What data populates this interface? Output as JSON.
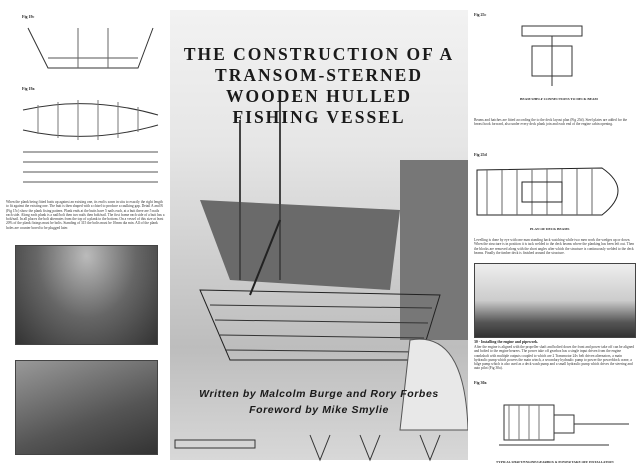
{
  "cover": {
    "title_lines": [
      "THE CONSTRUCTION OF A",
      "TRANSOM-STERNED",
      "WOODEN HULLED",
      "FISHING VESSEL"
    ],
    "authors": "Written by Malcolm Burge and Rory Forbes",
    "foreword": "Foreword by Mike Smylie"
  },
  "left": {
    "fig1": "Fig 19c",
    "fig2": "Fig 19a",
    "paragraph": "When the plank being fitted butts up against an existing one, its end is sawn in situ to exactly the right length to fit against the existing one. The butt is then shaped with a chisel to produce a caulking gap. Detail A and B (Fig 15c) show the plank fixing pattern. Plank ends at the butts have 5 nails each, at a butt there are 5 nails each side. Along each plank is a nail/bolt then two nails then bolt/nail. The first frame each side of a butt has a bolt/nail. In all places the bolt alternates from the top of a plank to the bottom. On a vessel of this size at least 20% of the plank fixings must be bolts. Standing of 315 the bolts must be 10mm dia min. All of the plank holes are counter bored to be plugged later."
  },
  "right": {
    "fig1": "Fig 25c",
    "fig1_caption": "BEAM SHELF CONNECTIONS TO DECK BEAM",
    "paragraph1": "Beams and hatches are fitted according the to the deck layout plan (Fig 25d). Steel plates are added for the breast hook forward, also under every deck plank join and each end of the engine cabin opening.",
    "fig2": "Fig 25d",
    "fig2_caption": "PLAN OF DECK BEAMS",
    "paragraph2": "Levelling is done by eye with one man standing back watching while two men work the wedges up or down. When the structure is in position it is tack welded to the deck beams where the planking has been left out. Then the blocks are removed along with the short angles after which the structure is continuously welded to the deck beams. Finally the timber deck is finished around the structure.",
    "section_heading": "30 - Installing the engine and pipework.",
    "paragraph3": "After the engine is aligned with the propeller shaft and bolted down the front and power take off can be aligned and bolted to the engine bearers. The power take off gearbox has a single input driven from the engine crankshaft with multiple outputs coupled to which are 2 Transmotor 24v belt driven alternators, a main hydraulic pump which powers the main winch, a secondary hydraulic pump to power the powerblock crane, a bilge pump which is also used as a deck wash pump and a small hydraulic pump which drives the steering and auto pilot (Fig 30a).",
    "fig3": "Fig 30a",
    "fig3_caption": "TYPICAL SHAFT/ENGINE/GEARBOX & POWER TAKE OFF INSTALLATION"
  }
}
